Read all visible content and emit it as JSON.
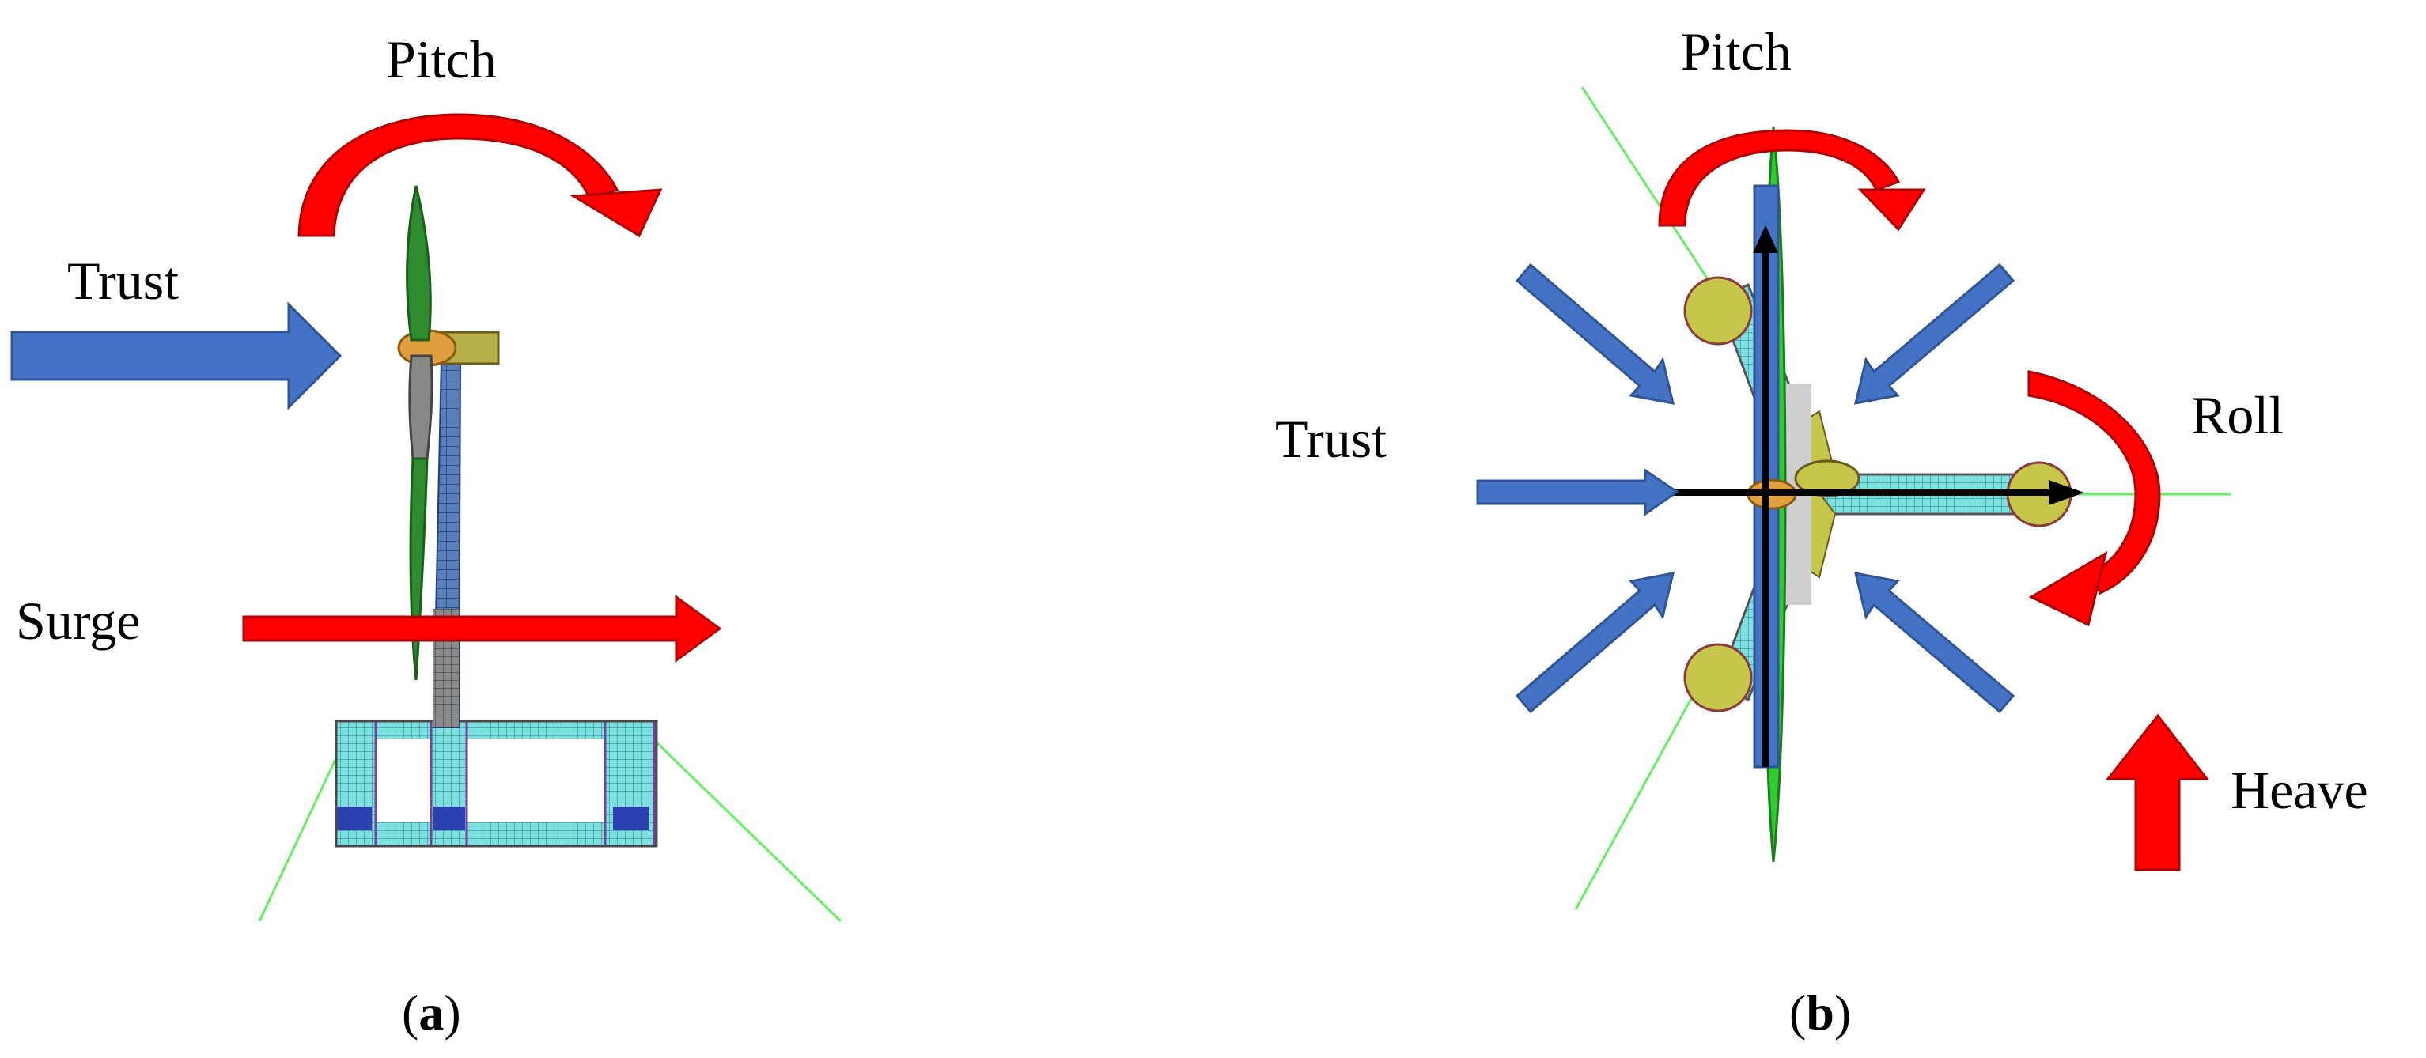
{
  "panel_a": {
    "caption_letter": "a",
    "labels": {
      "pitch": "Pitch",
      "trust": "Trust",
      "surge": "Surge"
    }
  },
  "panel_b": {
    "caption_letter": "b",
    "labels": {
      "pitch": "Pitch",
      "trust": "Trust",
      "roll": "Roll",
      "heave": "Heave"
    }
  },
  "colors": {
    "rotation_arrow": "#ff0000",
    "translation_arrow": "#ff0000",
    "load_arrow": "#4472c4",
    "load_arrow_stroke": "#2f5597",
    "axis_arrow": "#000000",
    "blade": "#2e8b2e",
    "tower_mesh": "#2b5cab",
    "platform_mesh": "#33cccc",
    "column_top": "#c6c64a",
    "mooring_line": "#66ee66"
  },
  "icons": {
    "pitch_a": "curved-arrow-clockwise",
    "pitch_b": "curved-arrow-clockwise",
    "roll_b": "curved-arrow-clockwise",
    "trust_a": "block-arrow-right",
    "surge_a": "arrow-right",
    "heave_b": "block-arrow-up"
  }
}
